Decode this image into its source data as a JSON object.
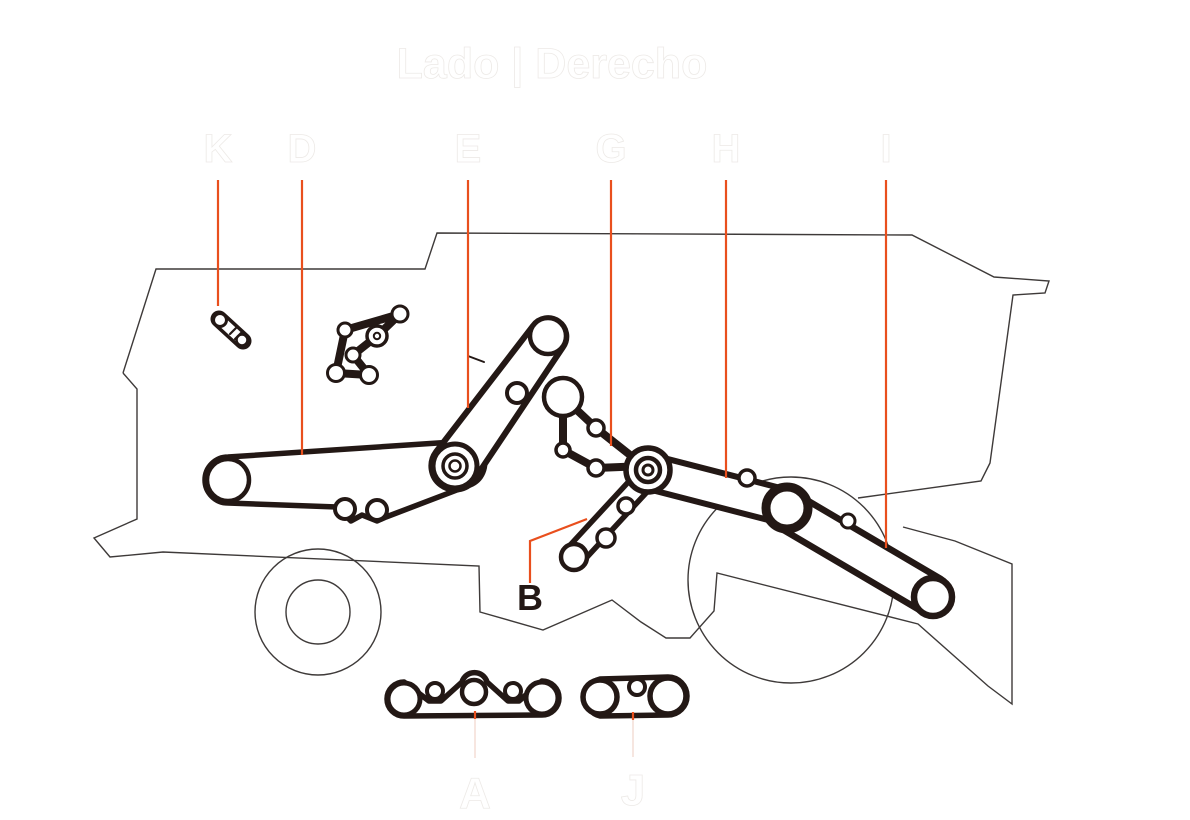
{
  "header": {
    "title": "Lado | Derecho"
  },
  "labels": {
    "k": "K",
    "d": "D",
    "e": "E",
    "g": "G",
    "h": "H",
    "i": "I",
    "b": "B",
    "a": "A",
    "j": "J"
  },
  "label_styles": {
    "visible_dark": [
      "B"
    ],
    "ghost_white": [
      "Lado | Derecho",
      "K",
      "D",
      "E",
      "G",
      "H",
      "I",
      "A",
      "J"
    ]
  },
  "colors": {
    "leader_line": "#E94F1D",
    "belt_outline": "#231815",
    "body_outline": "#3E3A39",
    "ghost_text": "#FFFFFF",
    "visible_label": "#231815",
    "background": "#FFFFFF"
  }
}
